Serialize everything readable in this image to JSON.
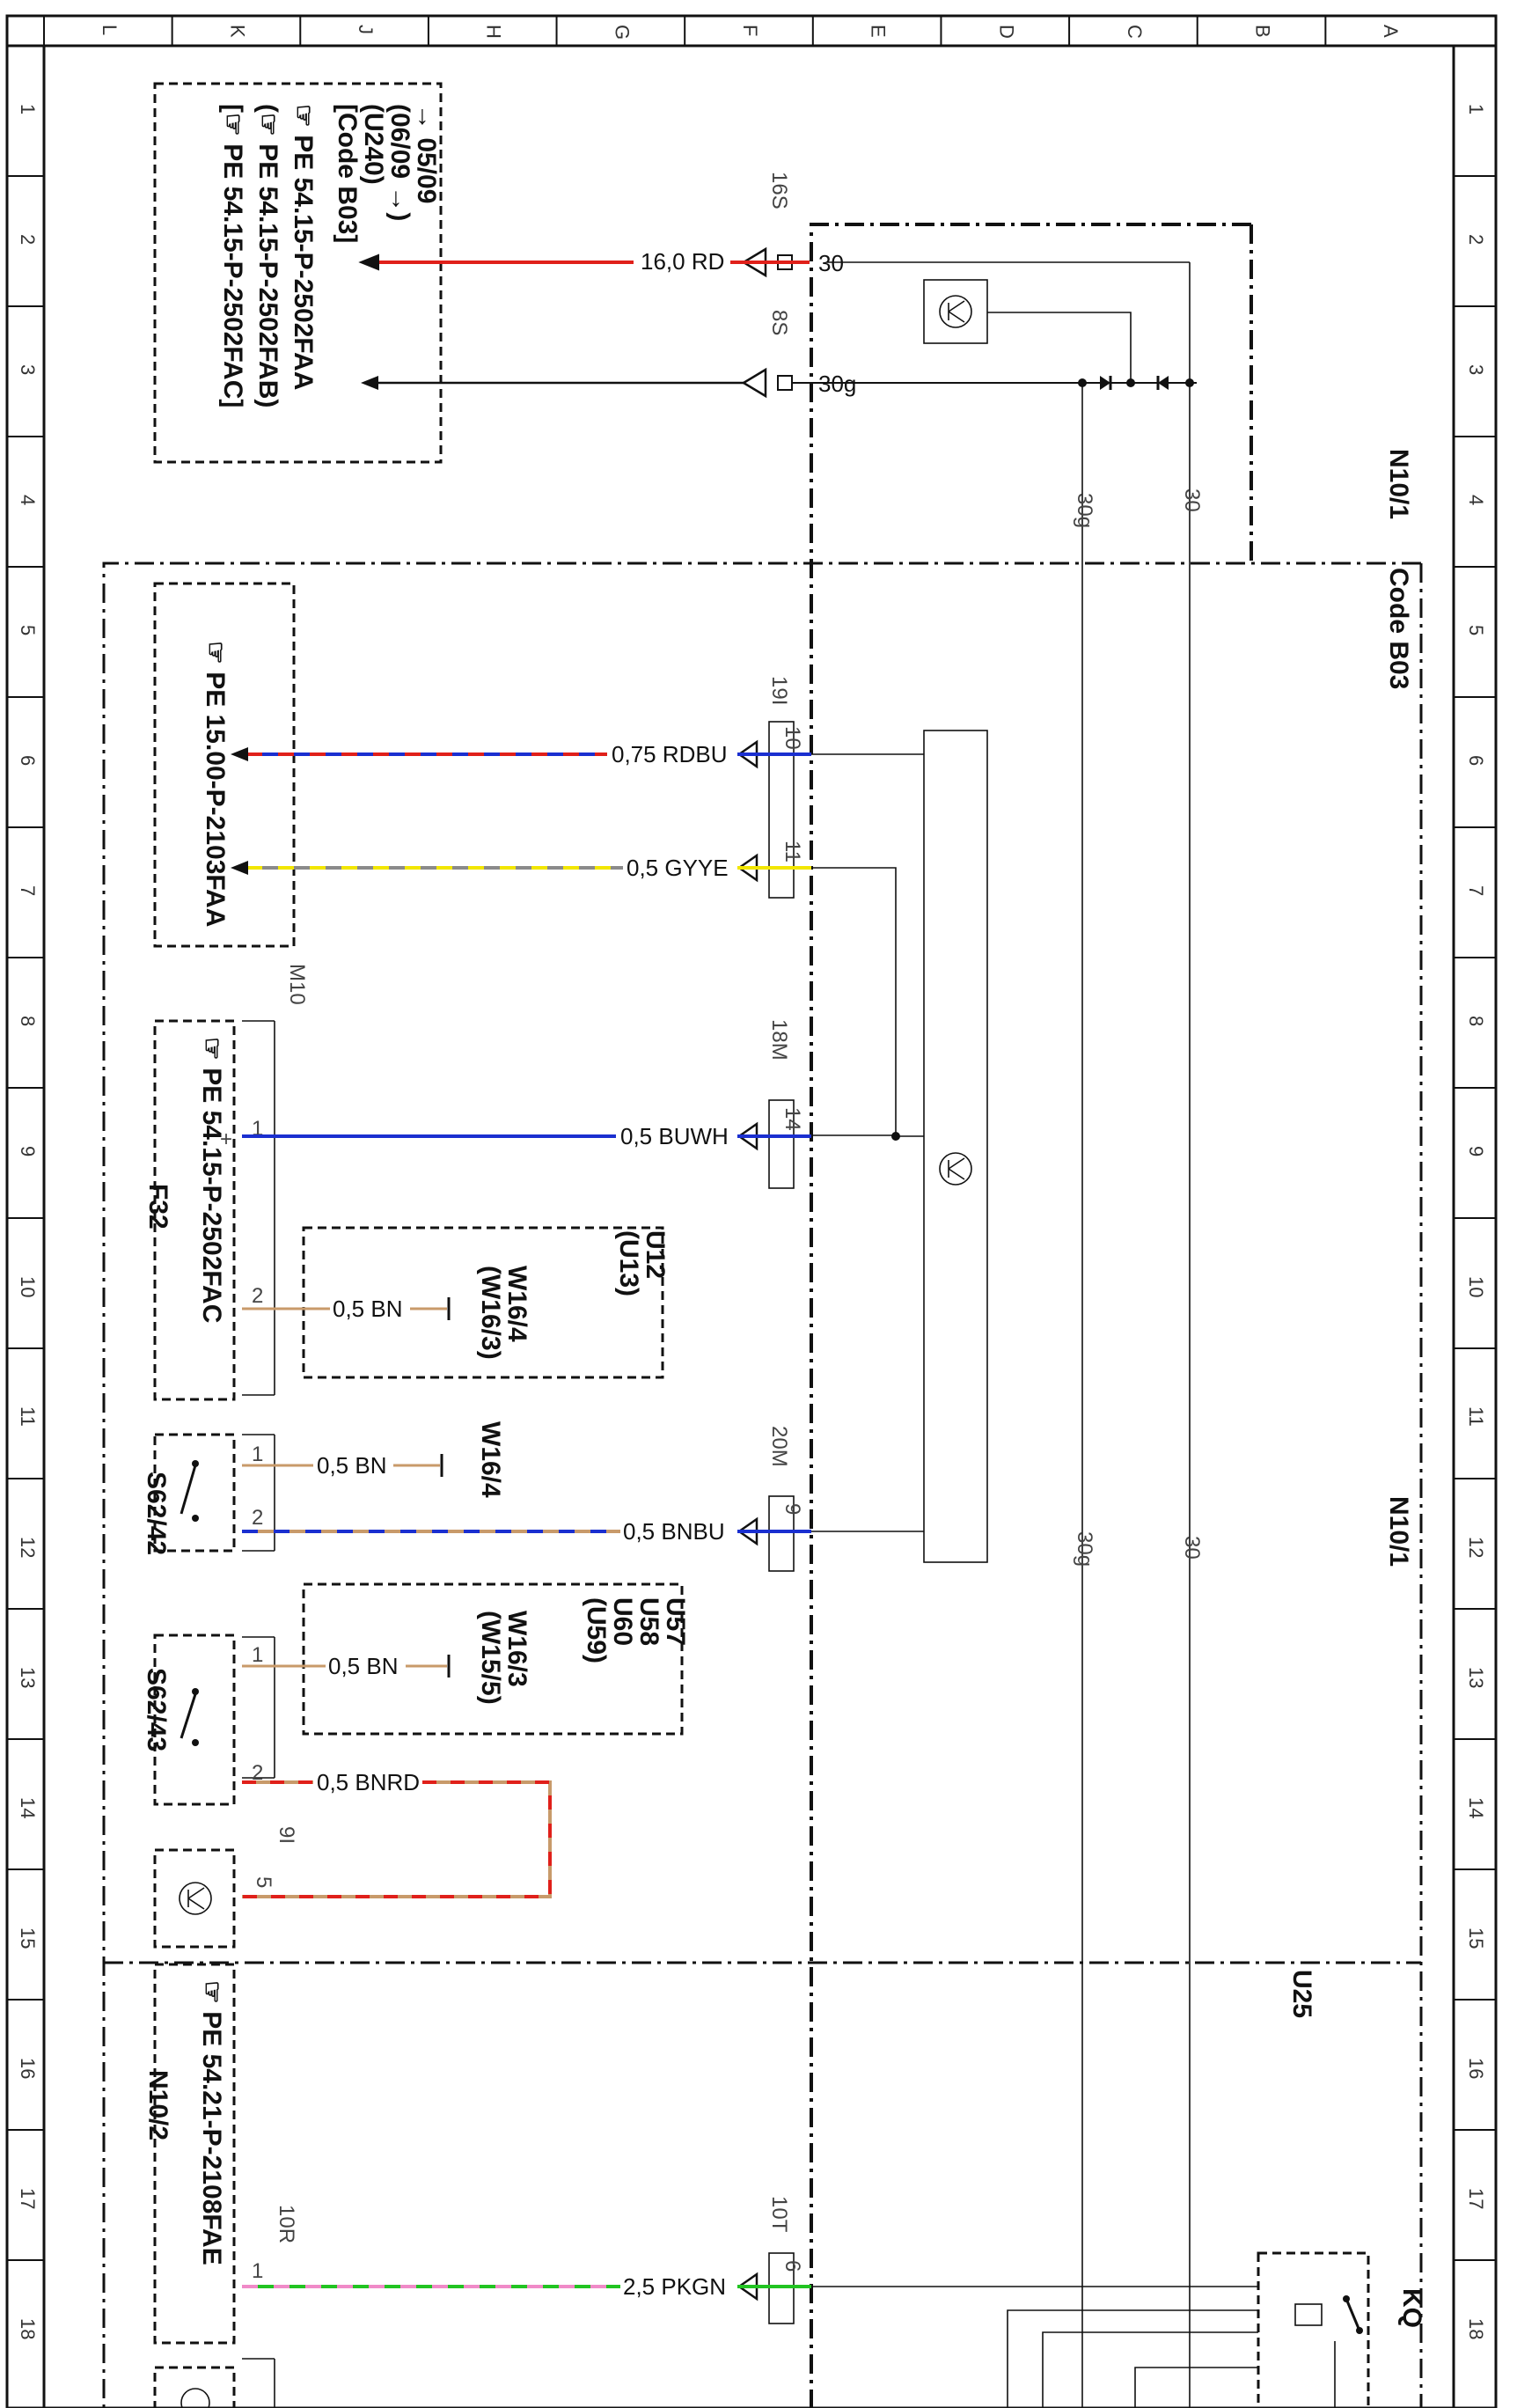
{
  "grid": {
    "columns": [
      "L",
      "K",
      "J",
      "H",
      "G",
      "F",
      "E",
      "D",
      "C",
      "B",
      "A"
    ],
    "rows": [
      "1",
      "2",
      "3",
      "4",
      "5",
      "6",
      "7",
      "8",
      "9",
      "10",
      "11",
      "12",
      "13",
      "14",
      "15",
      "16",
      "17",
      "18"
    ]
  },
  "refs": {
    "r1_l1": "→ 05/09",
    "r1_l2": "(06/09 →)",
    "r1_l3": "(U240)",
    "r1_l4": "[Code B03]",
    "r1_l5": "☞ PE 54.15-P-2502FAA",
    "r1_l6": "(☞ PE 54.15-P-2502FAB)",
    "r1_l7": "[☞ PE 54.15-P-2502FAC]",
    "r2": "☞ PE 15.00-P-2103FAA",
    "r3": "☞ PE 54.15-P-2502FAC",
    "r4": "☞ PE 54.21-P-2108FAE"
  },
  "modules": {
    "n10_1_top": "N10/1",
    "code_b03": "Code B03",
    "n10_1_right": "N10/1",
    "u25": "U25",
    "kq": "KQ",
    "n10_2": "N10/2",
    "f32": "F32",
    "m10": "M10",
    "s62_42": "S62/42",
    "s62_43": "S62/43"
  },
  "connectors": {
    "c16s": "16S",
    "c8s": "8S",
    "c19i": "19I",
    "c18m": "18M",
    "c20m": "20M",
    "c10t": "10T",
    "c9i": "9I",
    "c10r": "10R"
  },
  "pins": {
    "p30": "30",
    "p30g": "30g",
    "p10": "10",
    "p11": "11",
    "p14": "14",
    "p9": "9",
    "p6": "6",
    "m10_1": "1",
    "m10_2": "2",
    "m10_plus": "+",
    "s42_1": "1",
    "s42_2": "2",
    "s43_1": "1",
    "s43_2": "2",
    "n9i_5": "5",
    "n10r_1": "1"
  },
  "wires": {
    "w1": "16,0 RD",
    "w2": "0,75 RDBU",
    "w3": "0,5 GYYE",
    "w4": "0,5 BUWH",
    "w5": "0,5 BN",
    "w6": "0,5 BN",
    "w7": "0,5 BNBU",
    "w8": "0,5 BN",
    "w9": "0,5 BNRD",
    "w10": "2,5 PKGN"
  },
  "grounds": {
    "g1": "W16/4",
    "g1b": "(W16/3)",
    "g2": "W16/4",
    "g3": "W16/3",
    "g3b": "(W15/5)"
  },
  "boxes": {
    "u12": "U12",
    "u13": "(U13)",
    "u57": "U57",
    "u58": "U58",
    "u60": "U60",
    "u59": "(U59)"
  },
  "bus": {
    "b30g_top": "30g",
    "b30_top": "30",
    "b30g_bot": "30g",
    "b30_bot": "30"
  },
  "colors": {
    "red": "#e0201a",
    "blue": "#1a2fd0",
    "yellow": "#f2e600",
    "gray": "#8a8a8a",
    "white": "#ffffff",
    "brown": "#c89a6a",
    "green": "#22c422",
    "pink": "#f08ac8"
  }
}
